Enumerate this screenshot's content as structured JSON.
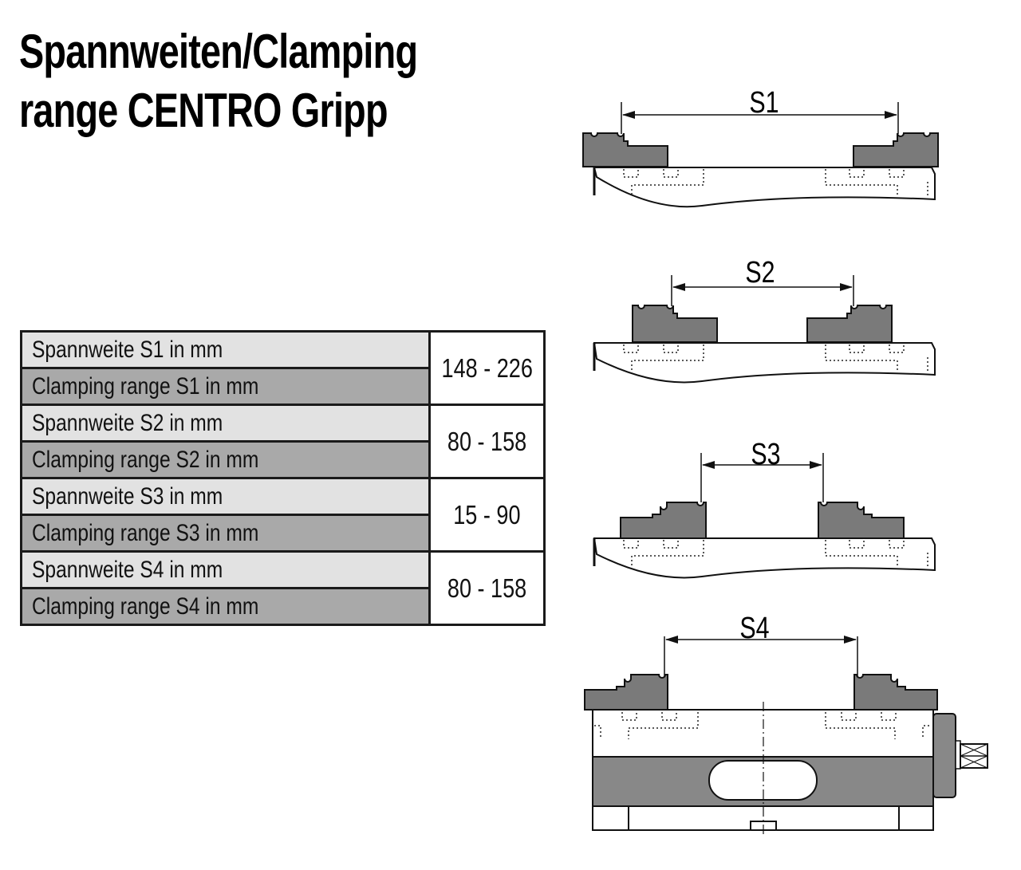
{
  "title": {
    "line1": "Spannweiten/Clamping",
    "line2": "range CENTRO Gripp"
  },
  "table": {
    "rows": [
      {
        "label_de": "Spannweite S1 in mm",
        "label_en": "Clamping range S1 in mm",
        "value": "148 - 226"
      },
      {
        "label_de": "Spannweite S2 in mm",
        "label_en": "Clamping range S2 in mm",
        "value": "80 - 158"
      },
      {
        "label_de": "Spannweite S3 in mm",
        "label_en": "Clamping range S3 in mm",
        "value": "15 - 90"
      },
      {
        "label_de": "Spannweite S4 in mm",
        "label_en": "Clamping range S4 in mm",
        "value": "80 - 158"
      }
    ]
  },
  "diagrams": {
    "s1": {
      "label": "S1"
    },
    "s2": {
      "label": "S2"
    },
    "s3": {
      "label": "S3"
    },
    "s4": {
      "label": "S4"
    }
  },
  "colors": {
    "jaw_fill": "#7a7a7a",
    "body_fill": "#888888",
    "row_de": "#e2e2e2",
    "row_en": "#a9a9a9",
    "line": "#1a1a1a"
  }
}
